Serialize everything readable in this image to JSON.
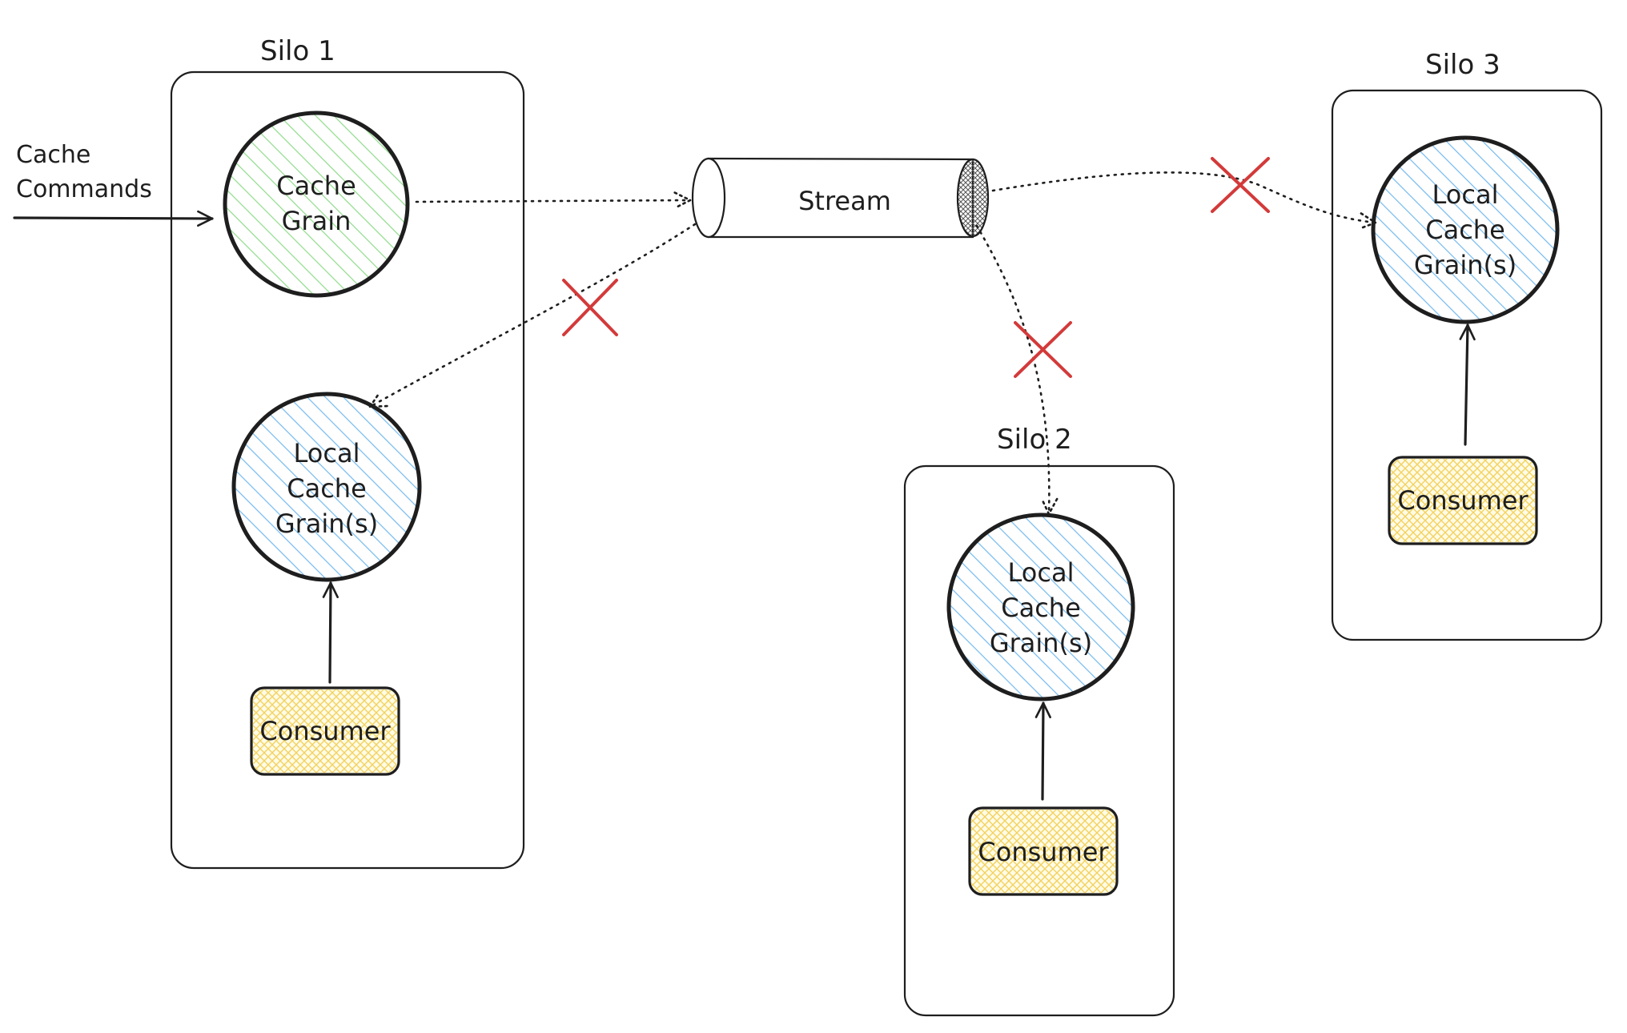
{
  "diagram": {
    "input_label_line1": "Cache",
    "input_label_line2": "Commands",
    "stream_label": "Stream",
    "silo1": {
      "title": "Silo 1",
      "cache_grain": {
        "line1": "Cache",
        "line2": "Grain"
      },
      "local_grain": {
        "line1": "Local",
        "line2": "Cache",
        "line3": "Grain(s)"
      },
      "consumer": "Consumer"
    },
    "silo2": {
      "title": "Silo 2",
      "local_grain": {
        "line1": "Local",
        "line2": "Cache",
        "line3": "Grain(s)"
      },
      "consumer": "Consumer"
    },
    "silo3": {
      "title": "Silo 3",
      "local_grain": {
        "line1": "Local",
        "line2": "Cache",
        "line3": "Grain(s)"
      },
      "consumer": "Consumer"
    },
    "colors": {
      "stroke": "#1e1e1e",
      "cache_grain_hatch": "#8fdc8a",
      "local_grain_hatch": "#74b9ee",
      "consumer_hatch": "#f2d260",
      "consumer_fill": "#fffbe6",
      "cross": "#d33a3a"
    }
  }
}
